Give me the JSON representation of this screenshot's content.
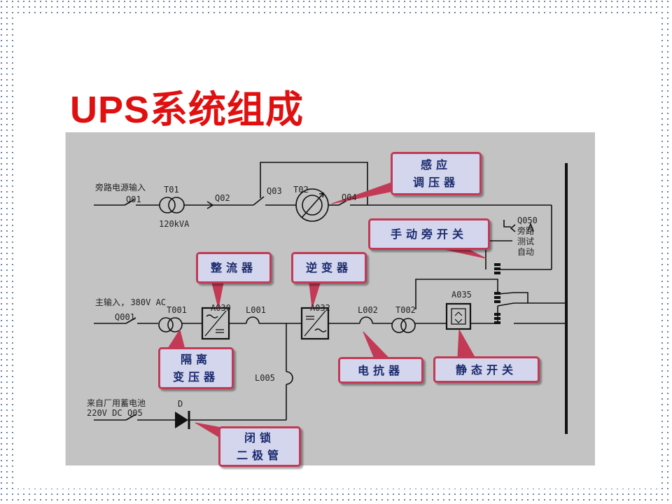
{
  "slide": {
    "title": "UPS系统组成",
    "accent_color": "#e01010"
  },
  "diagram": {
    "labels": {
      "bypass_input": "旁路电源输入",
      "q01": "Q01",
      "t01": "T01",
      "t01_rating": "120kVA",
      "q02": "Q02",
      "q03": "Q03",
      "t02": "T02",
      "q04": "Q04",
      "q050": "Q050",
      "q050_desc_1": "旁路",
      "q050_desc_2": "测试",
      "q050_desc_3": "自动",
      "main_input": "主输入, 380V AC",
      "q001": "Q001",
      "t001": "T001",
      "a030": "A030",
      "l001": "L001",
      "a032": "A032",
      "l002": "L002",
      "t002": "T002",
      "a035": "A035",
      "l005": "L005",
      "battery_source": "来自厂用蓄电池",
      "battery_voltage": "220V DC",
      "q05": "Q05",
      "d": "D"
    },
    "callouts": {
      "induction_regulator_1": "感应",
      "induction_regulator_2": "调压器",
      "manual_bypass_switch": "手动旁开关",
      "rectifier": "整流器",
      "inverter": "逆变器",
      "isolation_transformer_1": "隔离",
      "isolation_transformer_2": "变压器",
      "reactor": "电抗器",
      "static_switch": "静态开关",
      "blocking_diode_1": "闭锁",
      "blocking_diode_2": "二极管"
    },
    "colors": {
      "panel": "#c3c3c3",
      "callout_fill": "#d3d6ec",
      "callout_border": "#c23a55",
      "callout_text": "#1a2a6e"
    }
  }
}
